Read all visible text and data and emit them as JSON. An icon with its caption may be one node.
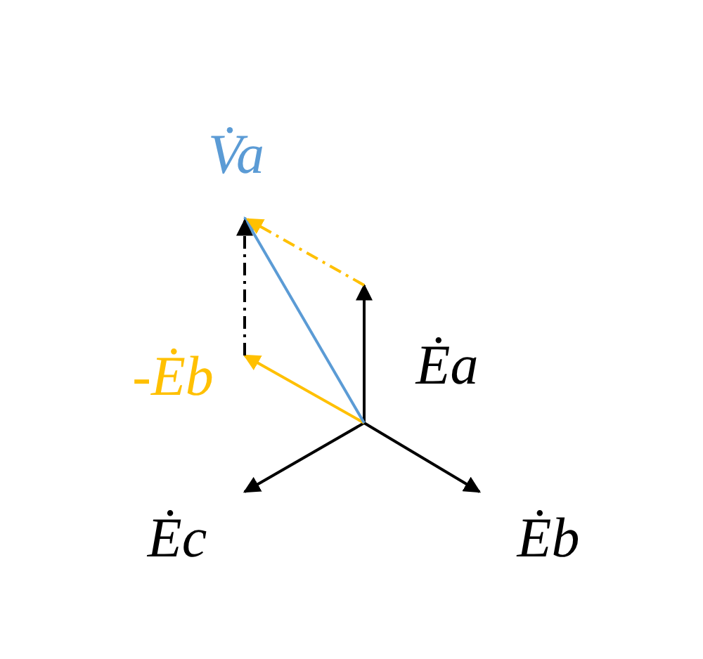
{
  "diagram": {
    "labels": [
      "V̇a",
      "-Ėb",
      "Ėa",
      "Ėc",
      "Ėb"
    ]
  }
}
